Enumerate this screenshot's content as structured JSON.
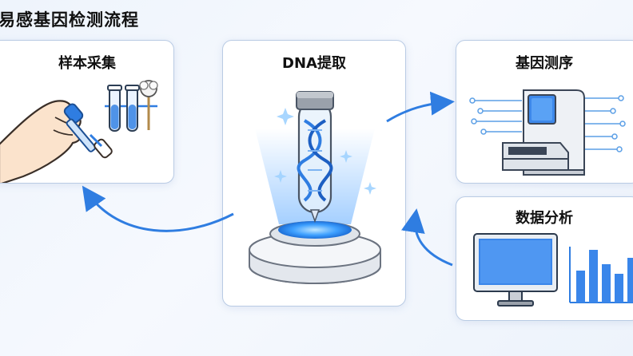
{
  "title": "易感基因检测流程",
  "steps": [
    {
      "label": "样本采集"
    },
    {
      "label": "DNA提取"
    },
    {
      "label": "基因测序"
    },
    {
      "label": "数据分析"
    }
  ],
  "colors": {
    "accent": "#2f7de1",
    "card_border": "#b9cbe4",
    "background": "#eef4fc"
  },
  "icons": [
    "hand-pipette-icon",
    "test-tubes-icon",
    "swab-icon",
    "dna-tube-icon",
    "sequencer-icon",
    "monitor-icon",
    "bar-chart-icon"
  ]
}
